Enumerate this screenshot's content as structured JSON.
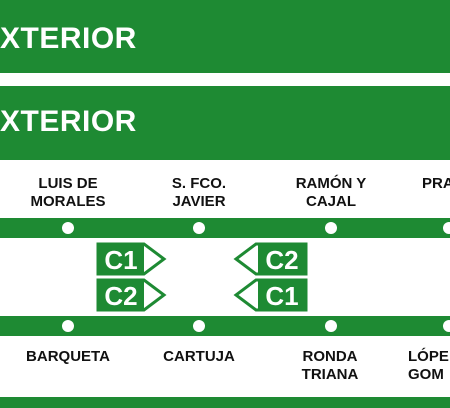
{
  "header": {
    "title_top": "XTERIOR",
    "title_second": "XTERIOR"
  },
  "stations_top": [
    "LUIS DE\nMORALES",
    "S. FCO.\nJAVIER",
    "RAMÓN Y\nCAJAL",
    "PRA"
  ],
  "stations_bottom": [
    "BARQUETA",
    "CARTUJA",
    "RONDA\nTRIANA",
    "LÓPE\nGOM"
  ],
  "routes": {
    "right_upper": "C1",
    "right_lower": "C2",
    "left_upper": "C2",
    "left_lower": "C1"
  },
  "colors": {
    "line_green": "#1e8a33",
    "text_dark": "#111111",
    "white": "#ffffff"
  }
}
